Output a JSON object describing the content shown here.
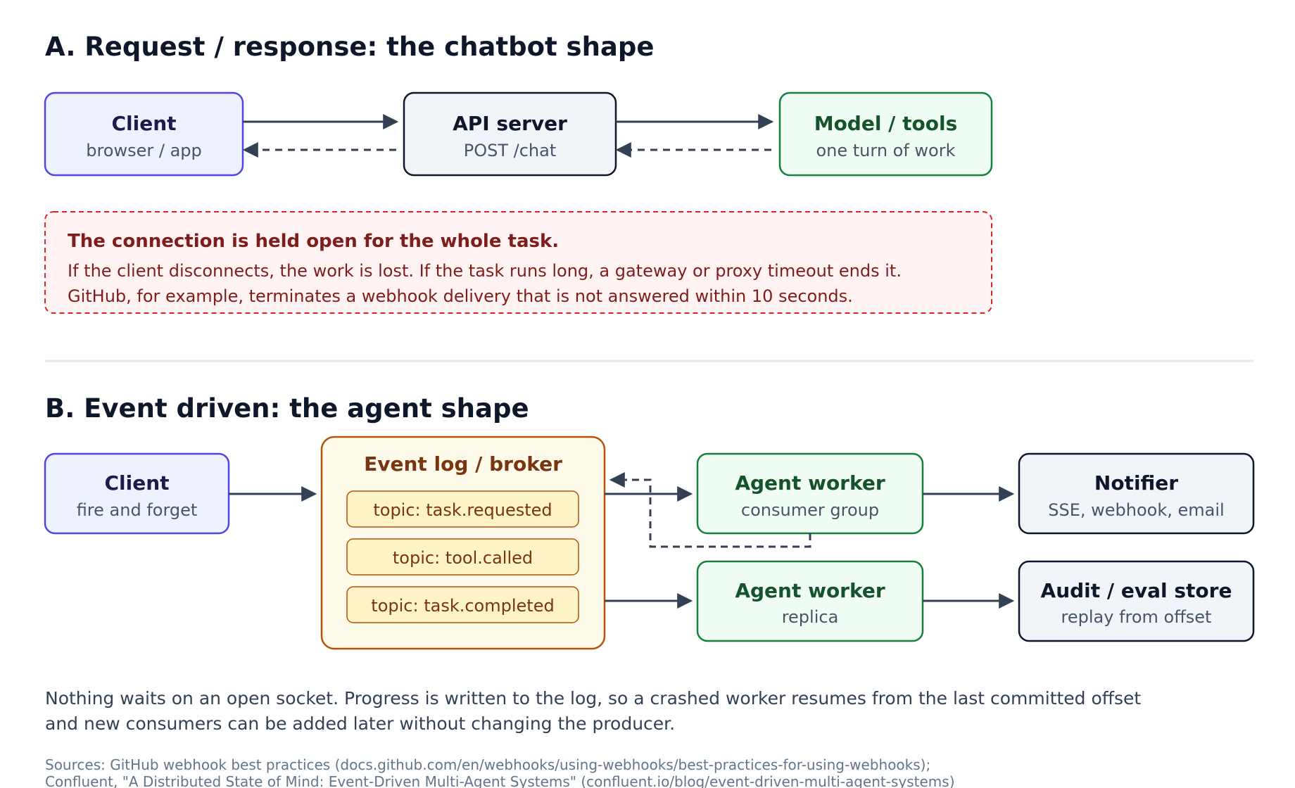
{
  "section_a": {
    "heading": "A. Request / response: the chatbot shape",
    "client": {
      "title": "Client",
      "subtitle": "browser / app"
    },
    "api_server": {
      "title": "API server",
      "subtitle": "POST /chat"
    },
    "model_tools": {
      "title": "Model / tools",
      "subtitle": "one turn of work"
    },
    "warning": {
      "title": "The connection is held open for the whole task.",
      "line1": "If the client disconnects, the work is lost. If the task runs long, a gateway or proxy timeout ends it.",
      "line2": "GitHub, for example, terminates a webhook delivery that is not answered within 10 seconds."
    }
  },
  "section_b": {
    "heading": "B. Event driven: the agent shape",
    "client": {
      "title": "Client",
      "subtitle": "fire and forget"
    },
    "broker": {
      "title": "Event log / broker",
      "topics": [
        "topic: task.requested",
        "topic: tool.called",
        "topic: task.completed"
      ]
    },
    "worker_1": {
      "title": "Agent worker",
      "subtitle": "consumer group"
    },
    "worker_2": {
      "title": "Agent worker",
      "subtitle": "replica"
    },
    "notifier": {
      "title": "Notifier",
      "subtitle": "SSE, webhook, email"
    },
    "audit": {
      "title": "Audit / eval store",
      "subtitle": "replay from offset"
    },
    "summary_line1": "Nothing waits on an open socket. Progress is written to the log, so a crashed worker resumes from the last committed offset",
    "summary_line2": "and new consumers can be added later without changing the producer."
  },
  "sources": {
    "line1": "Sources: GitHub webhook best practices (docs.github.com/en/webhooks/using-webhooks/best-practices-for-using-webhooks);",
    "line2": "Confluent, \"A Distributed State of Mind: Event-Driven Multi-Agent Systems\" (confluent.io/blog/event-driven-multi-agent-systems)"
  },
  "colors": {
    "ink": "#0f172a",
    "arrow": "#334155",
    "client_stroke": "#4f46e5",
    "client_fill": "#eef2ff",
    "server_stroke": "#0f172a",
    "server_fill": "#f1f5f9",
    "model_stroke": "#15803d",
    "model_fill": "#f0fdf4",
    "warn_stroke": "#dc2626",
    "warn_fill": "#fef2f2",
    "warn_text": "#7f1d1d",
    "broker_stroke": "#b45309",
    "broker_fill": "#fffbeb",
    "topic_fill": "#fef3c7"
  }
}
